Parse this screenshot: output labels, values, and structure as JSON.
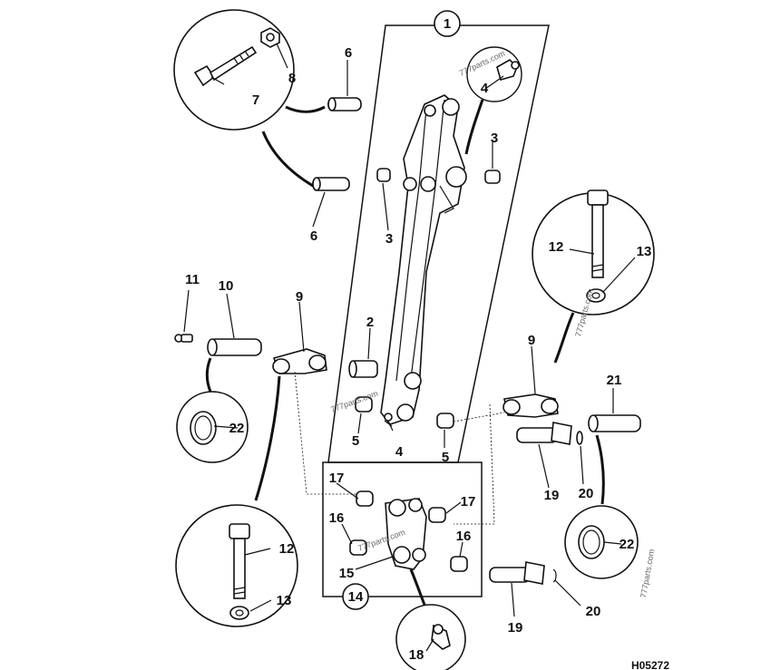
{
  "diagram": {
    "drawing_code": "H05272",
    "watermarks": [
      "777parts.com",
      "777parts.com",
      "777parts.com",
      "777parts.com",
      "777parts.com"
    ],
    "callouts": [
      {
        "id": "c1",
        "label": "1",
        "circled": true
      },
      {
        "id": "c14",
        "label": "14",
        "circled": true
      },
      {
        "id": "c2",
        "label": "2"
      },
      {
        "id": "c3a",
        "label": "3"
      },
      {
        "id": "c3b",
        "label": "3"
      },
      {
        "id": "c4a",
        "label": "4"
      },
      {
        "id": "c4b",
        "label": "4"
      },
      {
        "id": "c5a",
        "label": "5"
      },
      {
        "id": "c5b",
        "label": "5"
      },
      {
        "id": "c6a",
        "label": "6"
      },
      {
        "id": "c6b",
        "label": "6"
      },
      {
        "id": "c7",
        "label": "7"
      },
      {
        "id": "c8",
        "label": "8"
      },
      {
        "id": "c9a",
        "label": "9"
      },
      {
        "id": "c9b",
        "label": "9"
      },
      {
        "id": "c10",
        "label": "10"
      },
      {
        "id": "c11",
        "label": "11"
      },
      {
        "id": "c12a",
        "label": "12"
      },
      {
        "id": "c12b",
        "label": "12"
      },
      {
        "id": "c13a",
        "label": "13"
      },
      {
        "id": "c13b",
        "label": "13"
      },
      {
        "id": "c15",
        "label": "15"
      },
      {
        "id": "c16a",
        "label": "16"
      },
      {
        "id": "c16b",
        "label": "16"
      },
      {
        "id": "c17a",
        "label": "17"
      },
      {
        "id": "c17b",
        "label": "17"
      },
      {
        "id": "c18",
        "label": "18"
      },
      {
        "id": "c19a",
        "label": "19"
      },
      {
        "id": "c19b",
        "label": "19"
      },
      {
        "id": "c20a",
        "label": "20"
      },
      {
        "id": "c20b",
        "label": "20"
      },
      {
        "id": "c21",
        "label": "21"
      },
      {
        "id": "c22a",
        "label": "22"
      },
      {
        "id": "c22b",
        "label": "22"
      }
    ]
  }
}
